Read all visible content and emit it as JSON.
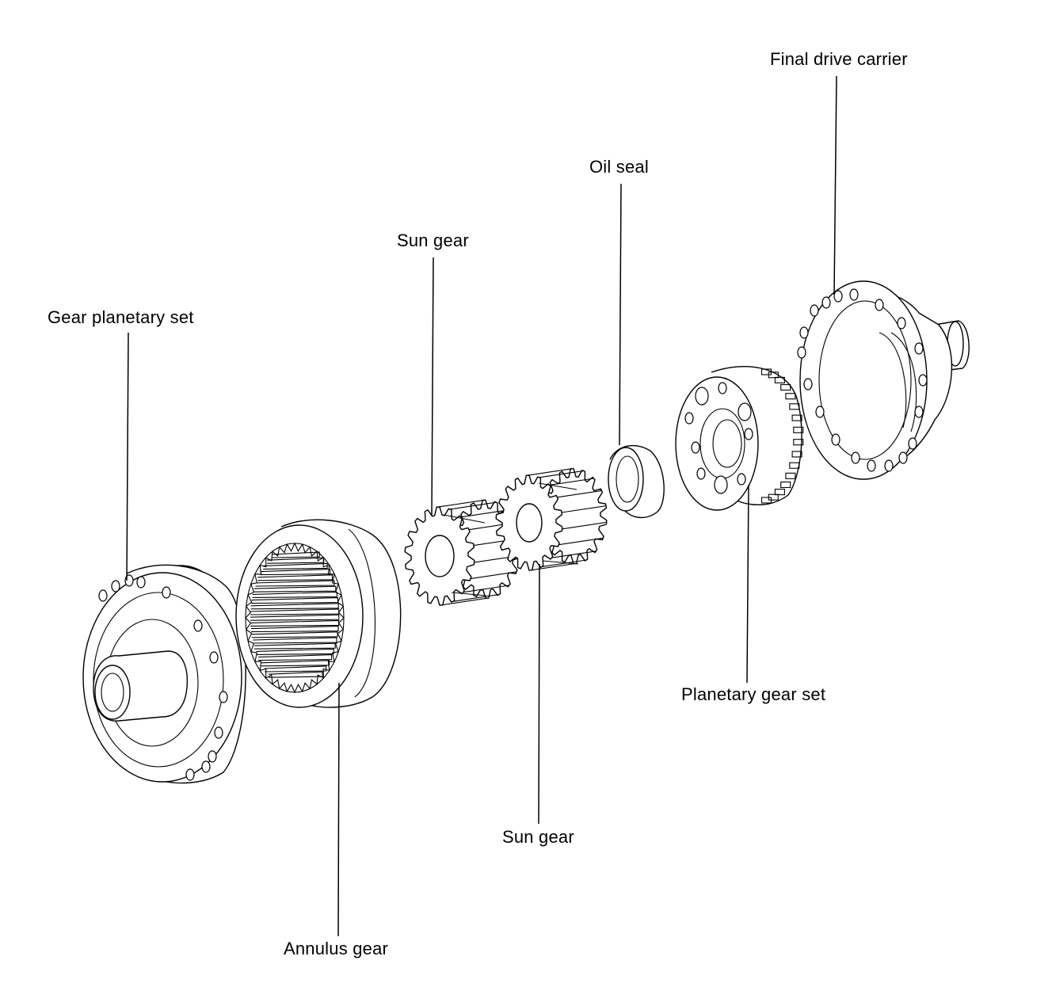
{
  "diagram": {
    "labels": {
      "final_drive_carrier": "Final drive carrier",
      "oil_seal": "Oil seal",
      "sun_gear_top": "Sun gear",
      "gear_planetary_set": "Gear planetary set",
      "planetary_gear_set": "Planetary gear set",
      "sun_gear_bottom": "Sun gear",
      "annulus_gear": "Annulus gear"
    },
    "parts": [
      "gear-planetary-set",
      "annulus-gear",
      "sun-gear-left",
      "sun-gear-right",
      "oil-seal",
      "planetary-gear-set",
      "final-drive-carrier"
    ]
  }
}
